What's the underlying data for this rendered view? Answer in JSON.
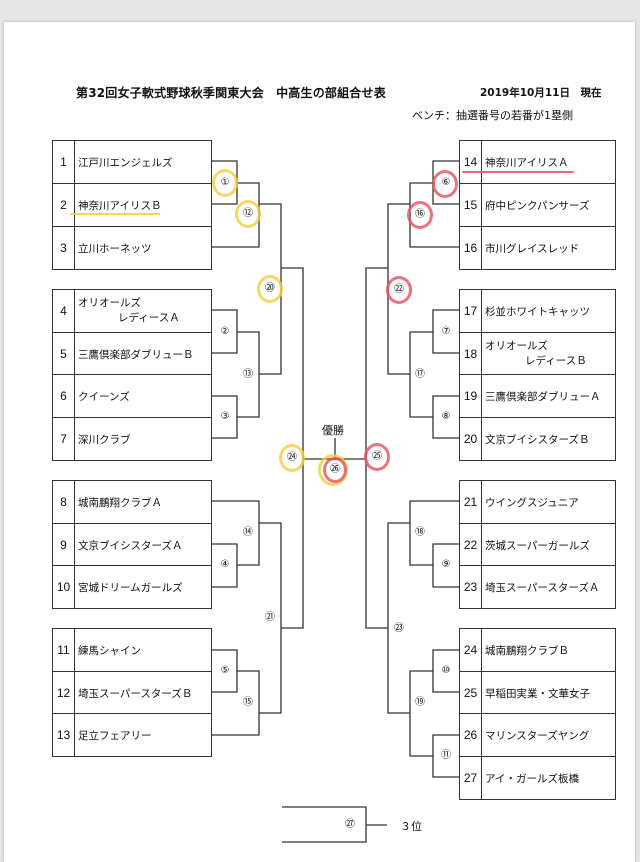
{
  "header": {
    "title": "第32回女子軟式野球秋季関東大会　中高生の部組合せ表",
    "date": "2019年10月11日　現在",
    "bench_note": "ベンチ：抽選番号の若番が1塁側"
  },
  "teams_left": [
    {
      "no": "1",
      "name": "江戸川エンジェルズ"
    },
    {
      "no": "2",
      "name": "神奈川アイリスＢ"
    },
    {
      "no": "3",
      "name": "立川ホーネッツ"
    },
    {
      "no": "4",
      "name": "オリオールズ",
      "name2": "レディースＡ"
    },
    {
      "no": "5",
      "name": "三鷹倶楽部ダブリューＢ"
    },
    {
      "no": "6",
      "name": "クイーンズ"
    },
    {
      "no": "7",
      "name": "深川クラブ"
    },
    {
      "no": "8",
      "name": "城南鵬翔クラブＡ"
    },
    {
      "no": "9",
      "name": "文京ブイシスターズＡ"
    },
    {
      "no": "10",
      "name": "宮城ドリームガールズ"
    },
    {
      "no": "11",
      "name": "練馬シャイン"
    },
    {
      "no": "12",
      "name": "埼玉スーパースターズＢ"
    },
    {
      "no": "13",
      "name": "足立フェアリー"
    }
  ],
  "teams_right": [
    {
      "no": "14",
      "name": "神奈川アイリスＡ"
    },
    {
      "no": "15",
      "name": "府中ピンクパンサーズ"
    },
    {
      "no": "16",
      "name": "市川グレイスレッド"
    },
    {
      "no": "17",
      "name": "杉並ホワイトキャッツ"
    },
    {
      "no": "18",
      "name": "オリオールズ",
      "name2": "レディースＢ"
    },
    {
      "no": "19",
      "name": "三鷹倶楽部ダブリューＡ"
    },
    {
      "no": "20",
      "name": "文京ブイシスターズＢ"
    },
    {
      "no": "21",
      "name": "ウイングスジュニア"
    },
    {
      "no": "22",
      "name": "茨城スーパーガールズ"
    },
    {
      "no": "23",
      "name": "埼玉スーパースターズＡ"
    },
    {
      "no": "24",
      "name": "城南鵬翔クラブＢ"
    },
    {
      "no": "25",
      "name": "早稲田実業・文華女子"
    },
    {
      "no": "26",
      "name": "マリンスターズヤング"
    },
    {
      "no": "27",
      "name": "アイ・ガールズ板橋"
    }
  ],
  "games": {
    "g1": "①",
    "g2": "②",
    "g3": "③",
    "g4": "④",
    "g5": "⑤",
    "g6": "⑥",
    "g7": "⑦",
    "g8": "⑧",
    "g9": "⑨",
    "g10": "⑩",
    "g11": "⑪",
    "g12": "⑫",
    "g13": "⑬",
    "g14": "⑭",
    "g15": "⑮",
    "g16": "⑯",
    "g17": "⑰",
    "g18": "⑱",
    "g19": "⑲",
    "g20": "⑳",
    "g21": "㉑",
    "g22": "㉒",
    "g23": "㉓",
    "g24": "㉔",
    "g25": "㉕",
    "g26": "㉖",
    "g27": "㉗"
  },
  "final_label": "優勝",
  "third_place_label": "３位",
  "annotations": {
    "yellow_highlight": "#f5cd3c",
    "red_highlight": "#e4505f",
    "yellow_circled_games": [
      "①",
      "⑫",
      "⑳",
      "㉔",
      "㉖"
    ],
    "red_circled_games": [
      "⑥",
      "⑯",
      "㉒",
      "㉕",
      "㉖"
    ],
    "yellow_underlined_team": "神奈川アイリスＢ",
    "red_underlined_team": "神奈川アイリスＡ"
  }
}
